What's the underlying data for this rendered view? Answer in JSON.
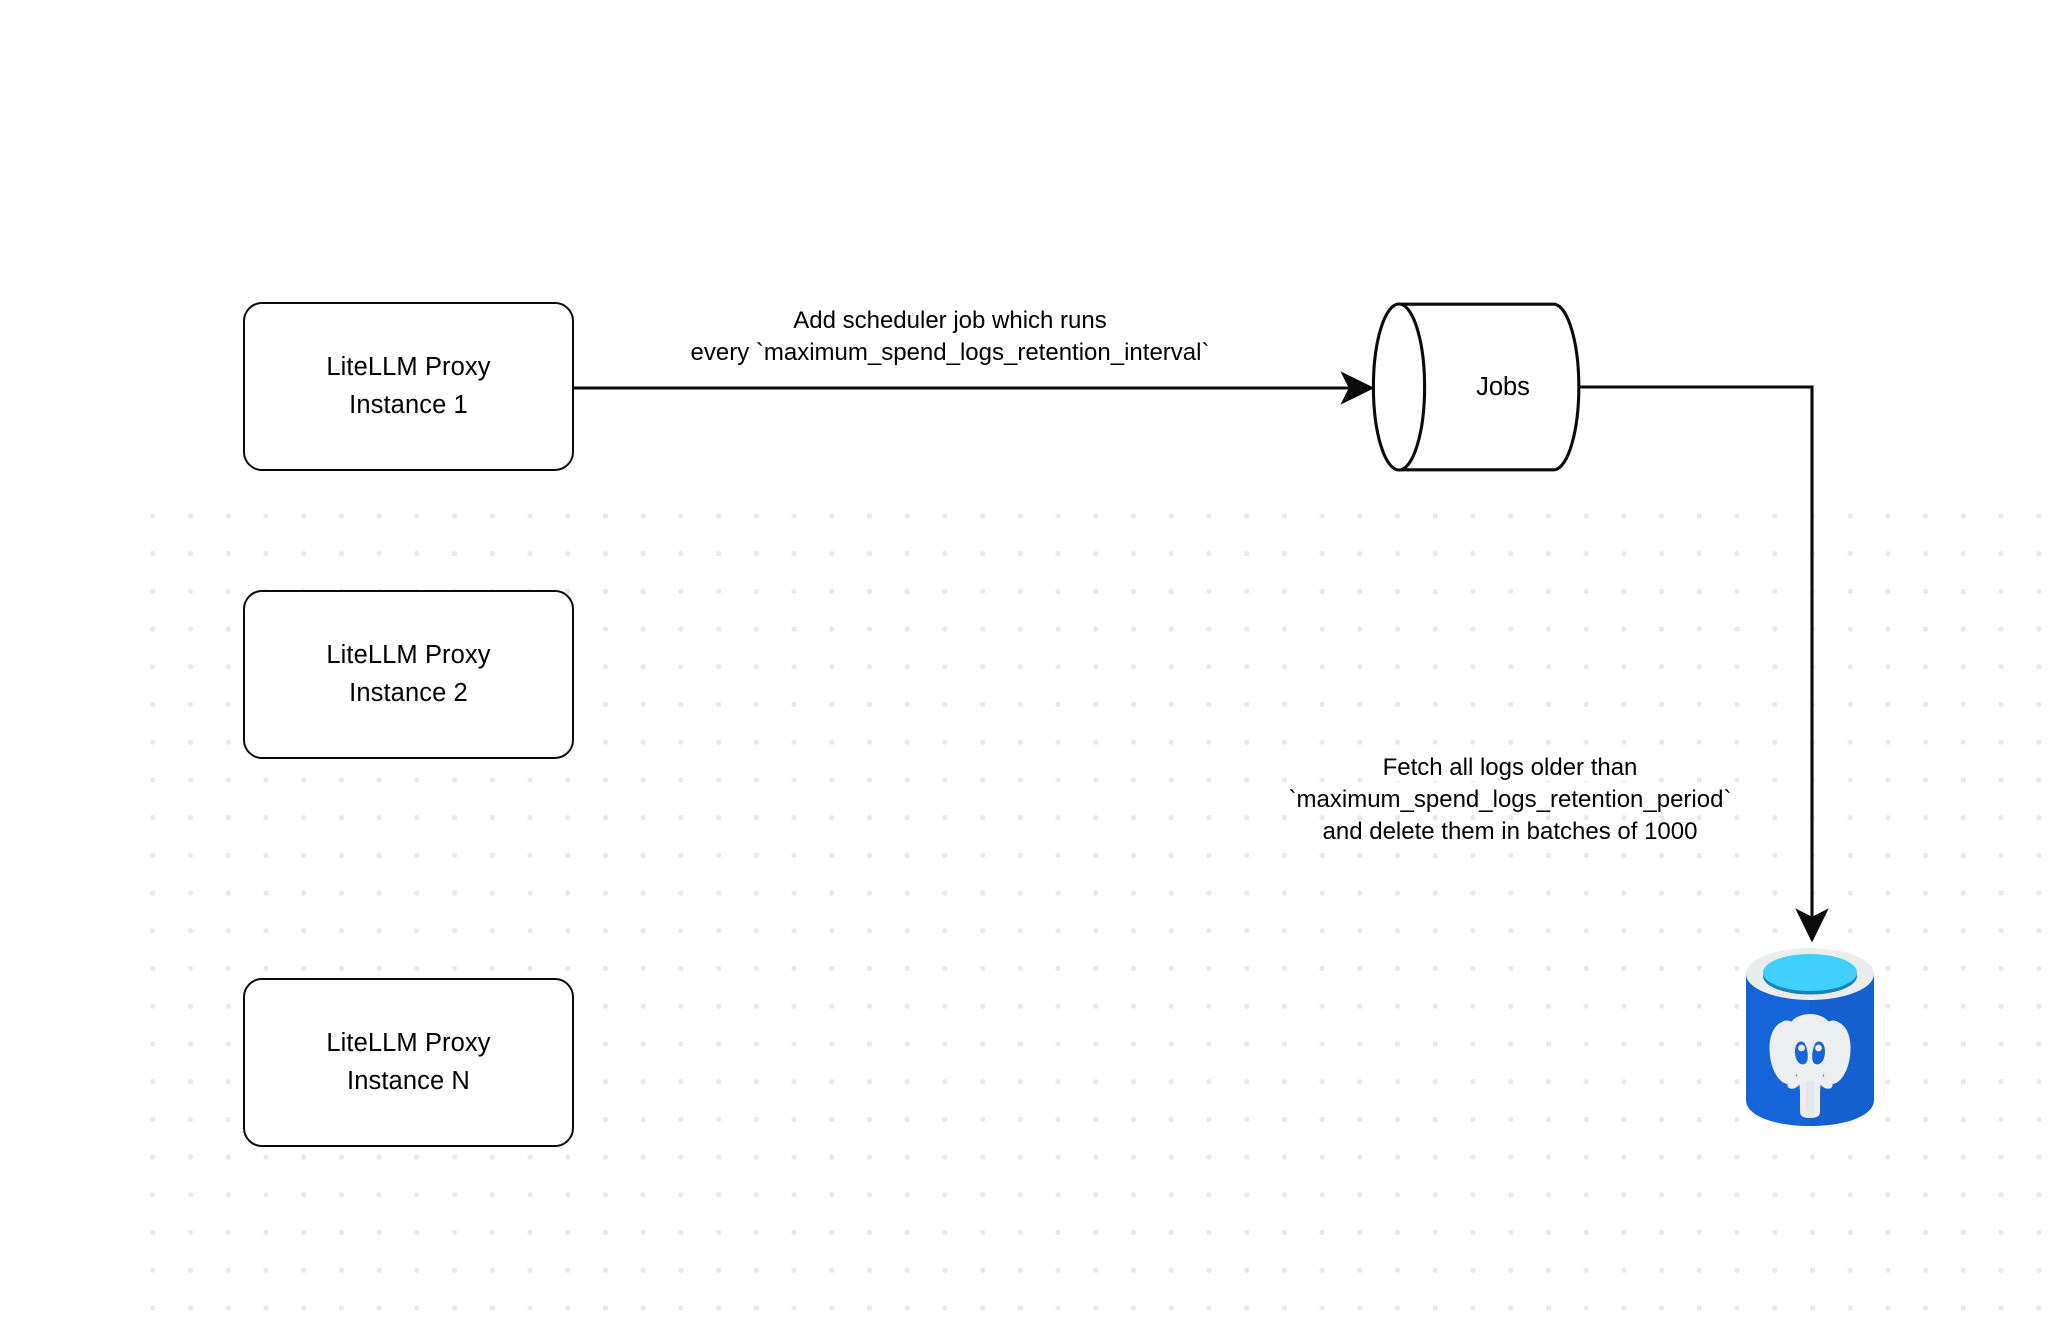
{
  "diagram": {
    "title": "LiteLLM spend logs retention scheduler flow",
    "background": "#ffffff",
    "dot_color": "#e7e8ea",
    "stroke_color": "#0b0b0b",
    "nodes": [
      {
        "id": "proxy-1",
        "line1": "LiteLLM Proxy",
        "line2": "Instance 1",
        "shape": "rounded-rect"
      },
      {
        "id": "proxy-2",
        "line1": "LiteLLM Proxy",
        "line2": "Instance 2",
        "shape": "rounded-rect"
      },
      {
        "id": "proxy-n",
        "line1": "LiteLLM Proxy",
        "line2": "Instance N",
        "shape": "rounded-rect"
      },
      {
        "id": "jobs",
        "label": "Jobs",
        "shape": "cylinder"
      },
      {
        "id": "postgres",
        "label": "",
        "shape": "database-icon",
        "icon": "postgresql-elephant-icon",
        "colors": {
          "body": "#1565d8",
          "body_dark": "#0f56be",
          "rim": "#ebecee",
          "inner_top": "#3fd0fb",
          "inner_shadow": "#1a82b8",
          "elephant": "#eceef0"
        }
      }
    ],
    "edges": [
      {
        "id": "proxy1-to-jobs",
        "from": "proxy-1",
        "to": "jobs",
        "arrowhead": "filled-triangle",
        "label_lines": [
          "Add scheduler job which runs",
          "every `maximum_spend_logs_retention_interval`"
        ]
      },
      {
        "id": "jobs-to-postgres",
        "from": "jobs",
        "to": "postgres",
        "arrowhead": "filled-triangle",
        "routing": "orthogonal-elbow",
        "label_lines": [
          "Fetch all logs older than",
          "`maximum_spend_logs_retention_period`",
          "and delete them in batches of 1000"
        ]
      }
    ]
  }
}
